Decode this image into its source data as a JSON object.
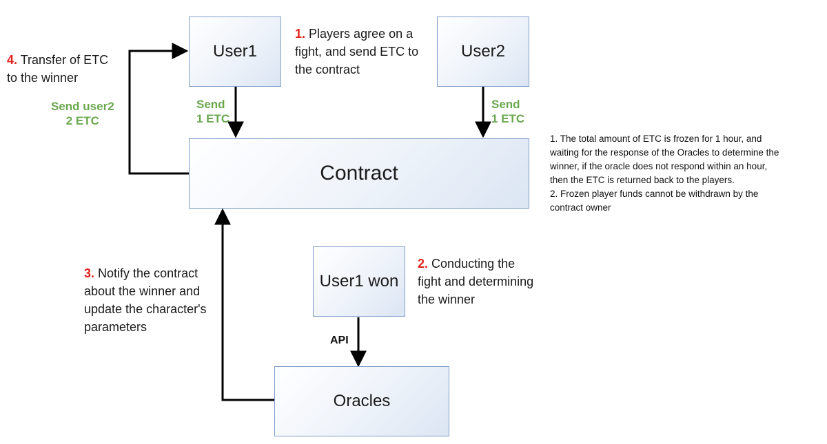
{
  "nodes": {
    "user1": "User1",
    "user2": "User2",
    "contract": "Contract",
    "user1won": "User1 won",
    "oracles": "Oracles"
  },
  "edges": {
    "send_user1_l1": "Send",
    "send_user1_l2": "1 ETC",
    "send_user2_l1": "Send",
    "send_user2_l2": "1 ETC",
    "send_winner_l1": "Send user2",
    "send_winner_l2": "2 ETC",
    "api": "API"
  },
  "steps": {
    "step1_num": "1.",
    "step1_l1": "Players agree on a",
    "step1_l2": "fight, and send ETC to",
    "step1_l3": "the contract",
    "step2_num": "2.",
    "step2_l1": "Conducting the",
    "step2_l2": "fight and determining",
    "step2_l3": "the winner",
    "step3_num": "3.",
    "step3_l1": "Notify the contract",
    "step3_l2": "about the winner and",
    "step3_l3": "update the character's",
    "step3_l4": "parameters",
    "step4_num": "4.",
    "step4_l1": "Transfer of ETC",
    "step4_l2": "to the winner"
  },
  "notes": {
    "l1": "1. The total amount of ETC is frozen for 1 hour, and",
    "l2": "waiting for the response of the Oracles to determine the",
    "l3": "winner, if the oracle does not respond within an hour,",
    "l4": "then the ETC is returned back to the players.",
    "l5": "2. Frozen player funds cannot be withdrawn by the",
    "l6": "contract owner"
  },
  "colors": {
    "step_number": "#e0241c",
    "edge_label": "#6aa84f",
    "box_border": "#7f9dc7"
  }
}
